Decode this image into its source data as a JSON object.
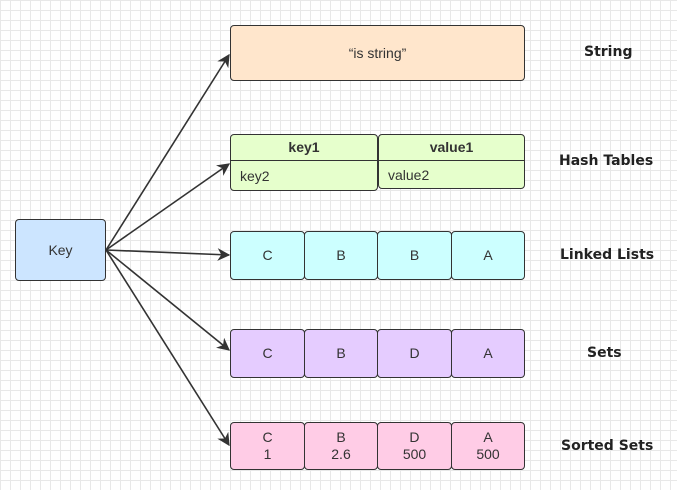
{
  "key_label": "Key",
  "string": {
    "value": "“is string”",
    "type": "String"
  },
  "hash": {
    "type": "Hash Tables",
    "header": [
      "key1",
      "value1"
    ],
    "row": [
      "key2",
      "value2"
    ]
  },
  "list": {
    "type": "Linked Lists",
    "items": [
      "C",
      "B",
      "B",
      "A"
    ]
  },
  "set": {
    "type": "Sets",
    "items": [
      "C",
      "B",
      "D",
      "A"
    ]
  },
  "zset": {
    "type": "Sorted Sets",
    "items": [
      {
        "member": "C",
        "score": "1"
      },
      {
        "member": "B",
        "score": "2.6"
      },
      {
        "member": "D",
        "score": "500"
      },
      {
        "member": "A",
        "score": "500"
      }
    ]
  },
  "colors": {
    "key": "#cce5ff",
    "string": "#ffe6cc",
    "hash": "#e6ffcc",
    "list": "#ccffff",
    "set": "#e5ccff",
    "zset": "#ffcce6",
    "stroke": "#333333"
  }
}
